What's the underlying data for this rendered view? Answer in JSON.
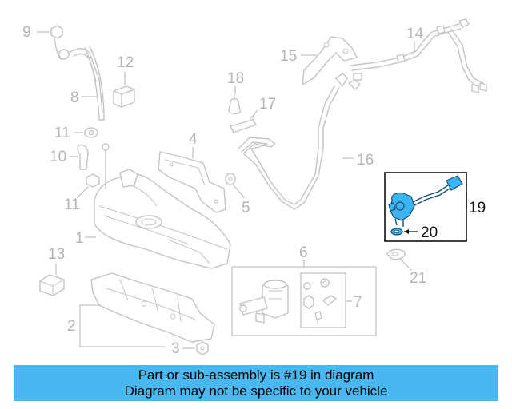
{
  "callouts": {
    "n1": "1",
    "n2": "2",
    "n3": "3",
    "n4": "4",
    "n5": "5",
    "n6": "6",
    "n7": "7",
    "n8": "8",
    "n9": "9",
    "n10": "10",
    "n11a": "11",
    "n11b": "11",
    "n12": "12",
    "n13": "13",
    "n14": "14",
    "n15": "15",
    "n16": "16",
    "n17": "17",
    "n18": "18",
    "n19": "19",
    "n20": "20",
    "n21": "21"
  },
  "highlight": {
    "part_number": "19",
    "color": "#3ab4f2"
  },
  "footer": {
    "line1": "Part or sub-assembly is #19 in diagram",
    "line2": "Diagram may not be specific to your vehicle",
    "color": "#4ab8f0"
  }
}
